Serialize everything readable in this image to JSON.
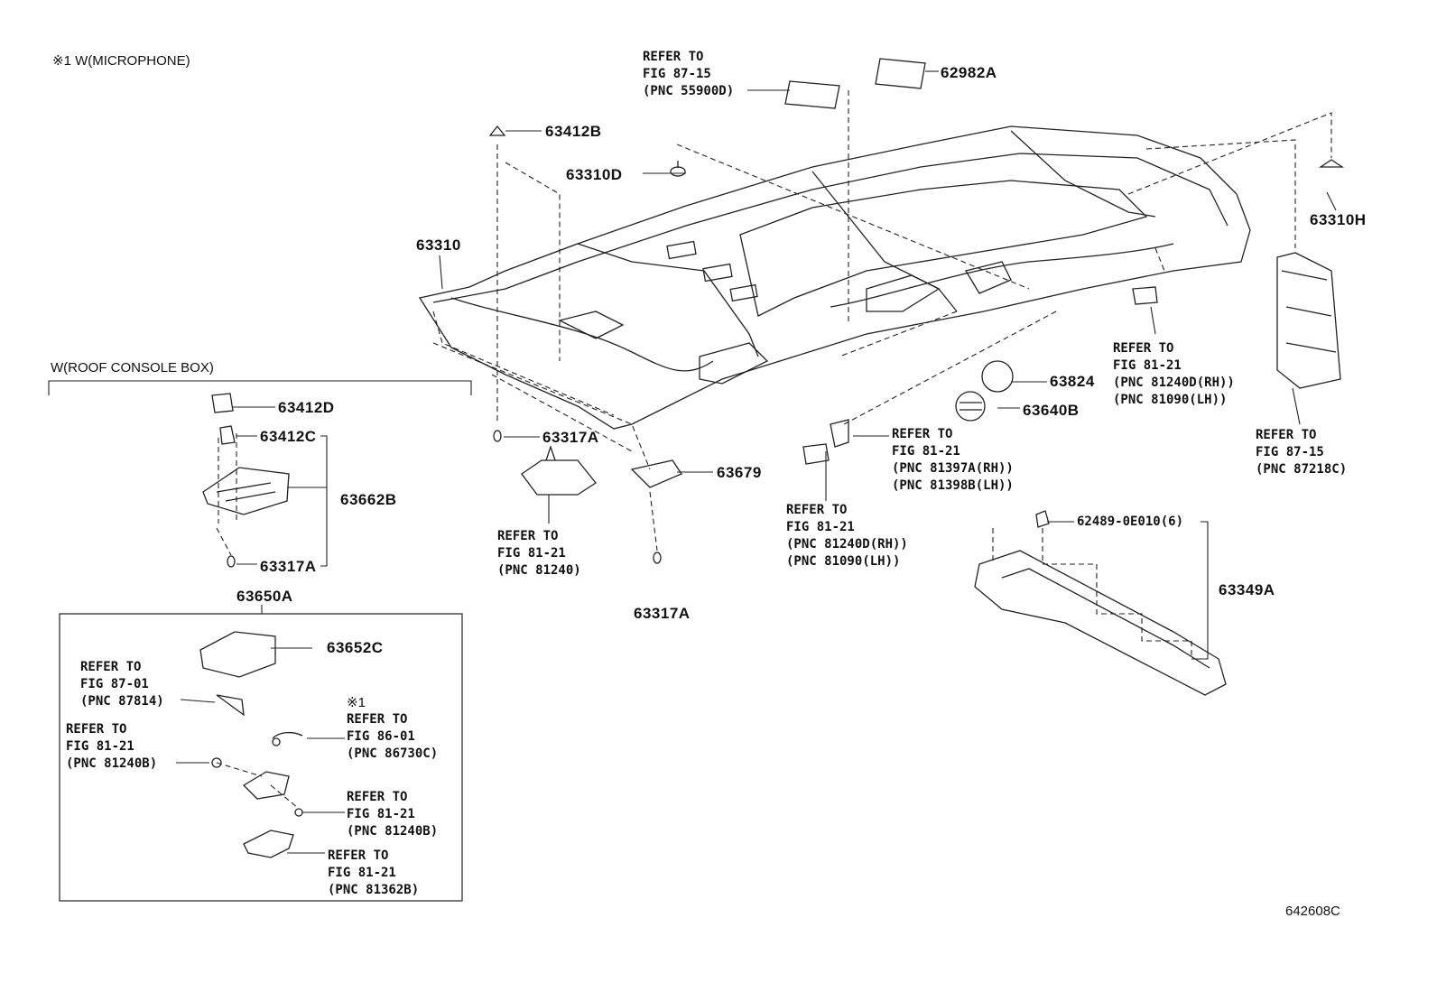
{
  "notes": {
    "microphone": "※1 W(MICROPHONE)",
    "roof_console": "W(ROOF CONSOLE BOX)",
    "diagram_id": "642608C",
    "star": "※1"
  },
  "parts": {
    "p62982A": "62982A",
    "p63412B": "63412B",
    "p63310D": "63310D",
    "p63310": "63310",
    "p63310H": "63310H",
    "p63412D": "63412D",
    "p63412C": "63412C",
    "p63662B": "63662B",
    "p63317A_1": "63317A",
    "p63317A_2": "63317A",
    "p63317A_3": "63317A",
    "p63650A": "63650A",
    "p63652C": "63652C",
    "p63679": "63679",
    "p63824": "63824",
    "p63640B": "63640B",
    "p62489": "62489-0E010(6)",
    "p63349A": "63349A"
  },
  "refs": {
    "r1": [
      "REFER TO",
      "FIG 87-15",
      "(PNC 55900D)"
    ],
    "r2": [
      "REFER TO",
      "FIG 81-21",
      "(PNC 81240D(RH))",
      "(PNC 81090(LH))"
    ],
    "r3": [
      "REFER TO",
      "FIG 87-15",
      "(PNC 87218C)"
    ],
    "r4": [
      "REFER TO",
      "FIG 81-21",
      "(PNC 81397A(RH))",
      "(PNC 81398B(LH))"
    ],
    "r5": [
      "REFER TO",
      "FIG 81-21",
      "(PNC 81240D(RH))",
      "(PNC 81090(LH))"
    ],
    "r6": [
      "REFER TO",
      "FIG 81-21",
      "(PNC 81240)"
    ],
    "r7": [
      "REFER TO",
      "FIG 87-01",
      "(PNC 87814)"
    ],
    "r8": [
      "REFER TO",
      "FIG 86-01",
      "(PNC 86730C)"
    ],
    "r9": [
      "REFER TO",
      "FIG 81-21",
      "(PNC 81240B)"
    ],
    "r10": [
      "REFER TO",
      "FIG 81-21",
      "(PNC 81240B)"
    ],
    "r11": [
      "REFER TO",
      "FIG 81-21",
      "(PNC 81362B)"
    ]
  }
}
